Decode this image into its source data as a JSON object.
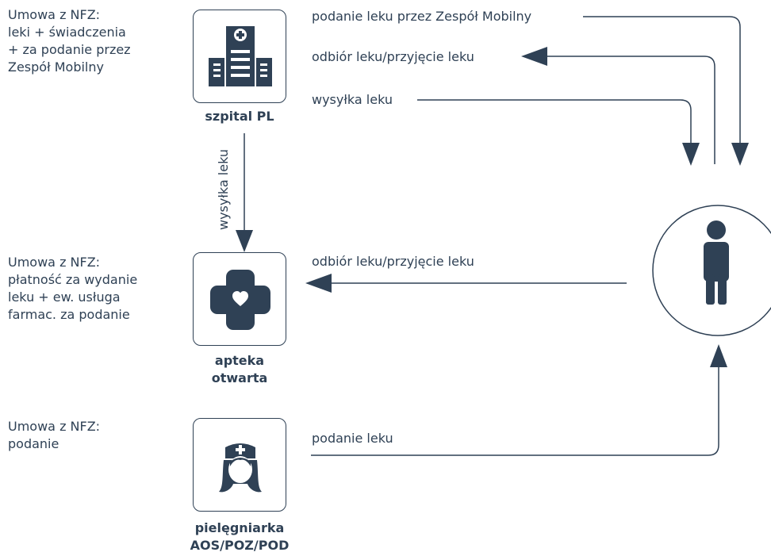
{
  "notes": {
    "hospital": [
      "Umowa z NFZ:",
      "leki + świadczenia",
      "+ za podanie przez",
      "Zespół Mobilny"
    ],
    "pharmacy": [
      "Umowa z NFZ:",
      "płatność za wydanie",
      "leku + ew. usługa",
      "farmac. za podanie"
    ],
    "nurse": [
      "Umowa z NFZ:",
      "podanie"
    ]
  },
  "nodes": {
    "hospital": {
      "caption": [
        "szpital PL"
      ],
      "icon": "hospital-icon"
    },
    "pharmacy": {
      "caption": [
        "apteka",
        "otwarta"
      ],
      "icon": "medical-cross-heart-icon"
    },
    "nurse": {
      "caption": [
        "pielęgniarka",
        "AOS/POZ/POD"
      ],
      "icon": "nurse-icon"
    },
    "patient": {
      "icon": "person-icon"
    }
  },
  "flows": {
    "mobile_team": "podanie leku przez Zespół Mobilny",
    "pickup_hospital": "odbiór leku/przyjęcie leku",
    "shipping_patient": "wysyłka leku",
    "shipping_pharmacy": "wysyłka leku",
    "pickup_pharmacy": "odbiór leku/przyjęcie leku",
    "nurse_admin": "podanie leku"
  },
  "colors": {
    "ink": "#2f4155",
    "background": "#ffffff"
  }
}
